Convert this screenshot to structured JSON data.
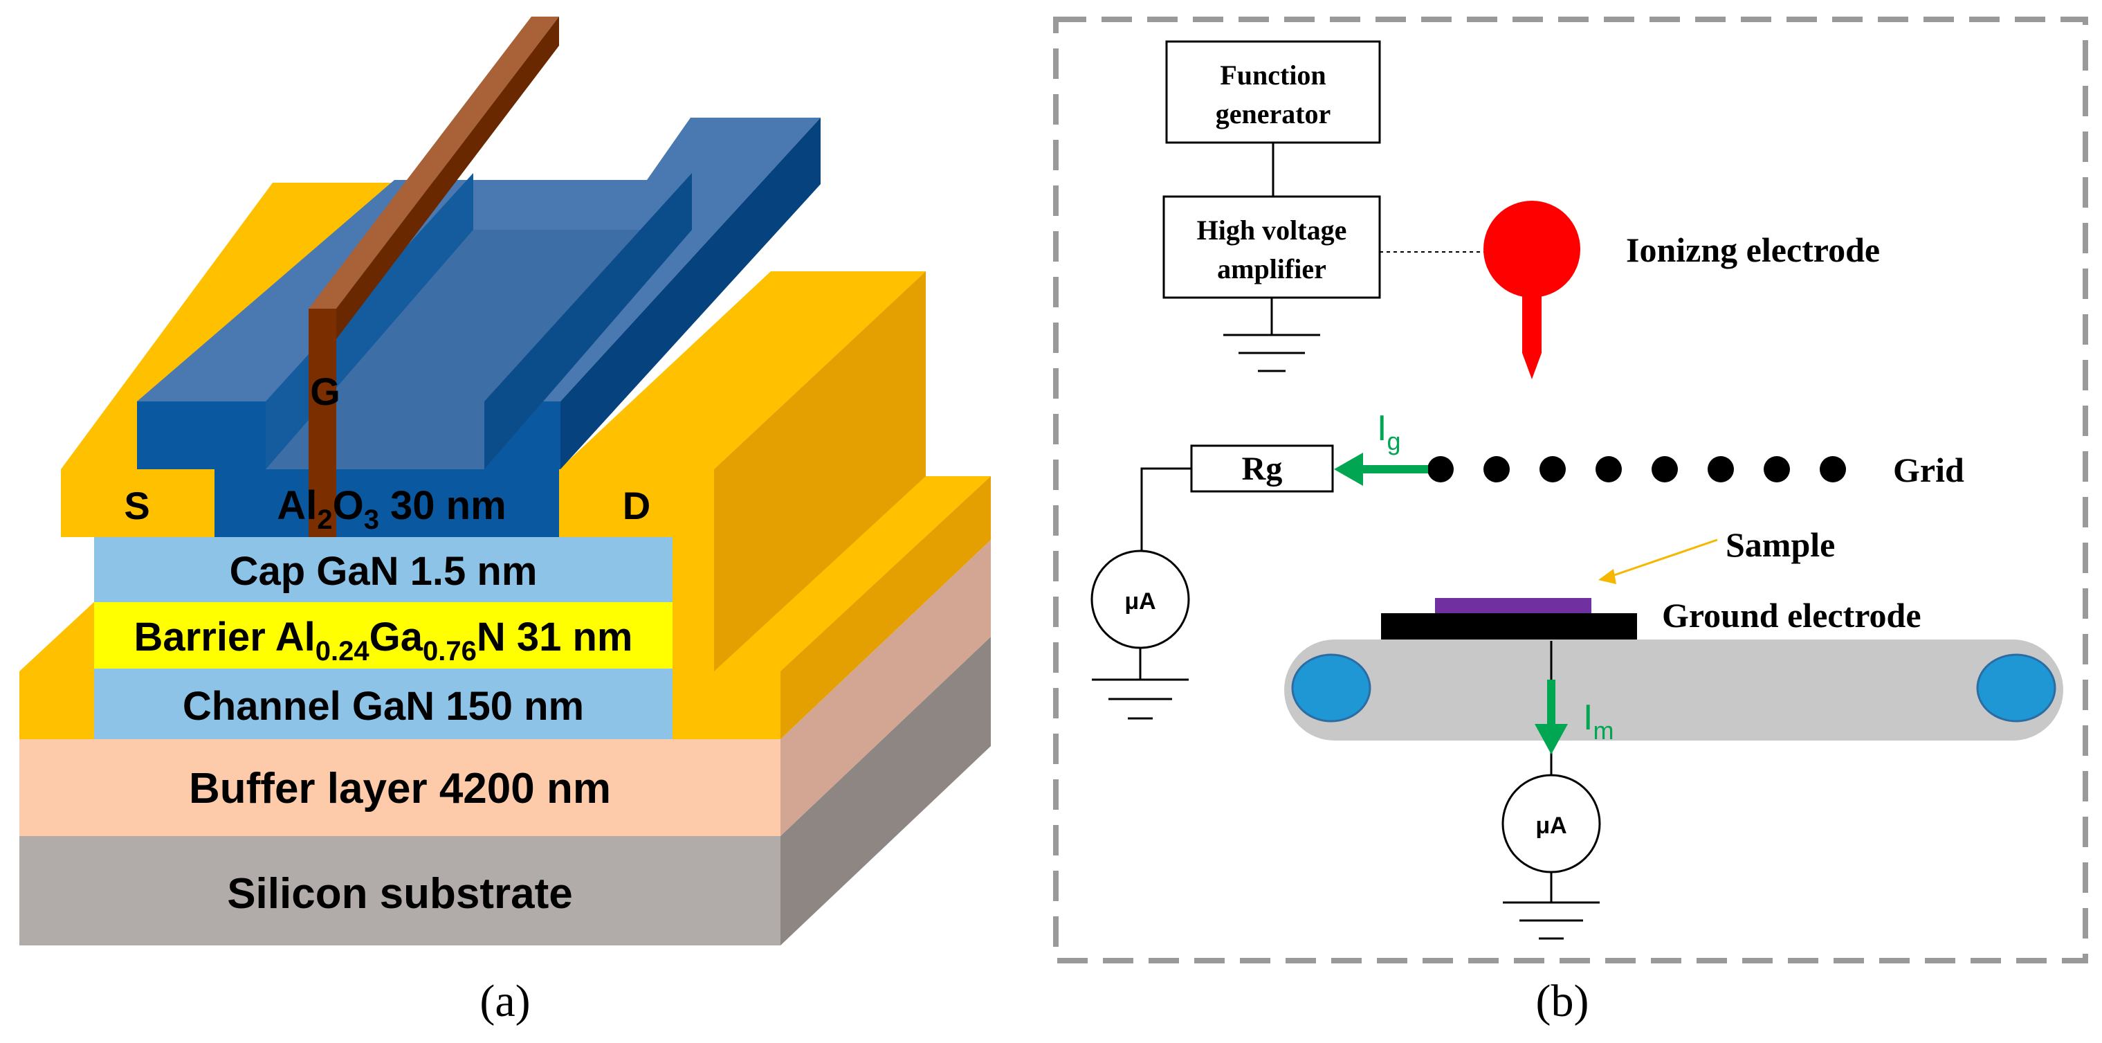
{
  "panel_a": {
    "caption": "(a)",
    "gate_label": "G",
    "source_label": "S",
    "drain_label": "D",
    "oxide": {
      "pre": "Al",
      "sub1": "2",
      "mid": "O",
      "sub2": "3",
      "post": " 30 nm"
    },
    "cap_label": "Cap GaN 1.5 nm",
    "barrier": {
      "pre": "Barrier Al",
      "sub1": "0.24",
      "mid": "Ga",
      "sub2": "0.76",
      "post": "N 31 nm"
    },
    "channel_label": "Channel GaN 150 nm",
    "buffer_label": "Buffer layer 4200 nm",
    "substrate_label": "Silicon substrate"
  },
  "panel_b": {
    "caption": "(b)",
    "function_generator": {
      "line1": "Function",
      "line2": "generator"
    },
    "amplifier": {
      "line1": "High voltage",
      "line2": "amplifier"
    },
    "ionizing_label": "Ionizng electrode",
    "resistor_label": "Rg",
    "grid_label": "Grid",
    "ig": {
      "main": "I",
      "sub": "g"
    },
    "im": {
      "main": "I",
      "sub": "m"
    },
    "meter_grid_label": "μA",
    "meter_sample_label": "μA",
    "sample_label": "Sample",
    "ground_electrode_label": "Ground electrode"
  },
  "colors": {
    "metal_gold": "#FFC000",
    "metal_gold_side": "#E3A000",
    "oxide_blue": "#4A78B0",
    "oxide_front": "#0A58A0",
    "gate_brown": "#7B2E00",
    "cap_blue": "#8EC3E8",
    "barrier_yellow": "#FFFF00",
    "buffer_peach": "#FDCAAA",
    "substrate_gray": "#B1ABA9",
    "ionizing_red": "#FF0000",
    "arrow_green": "#00A651",
    "sample_purple": "#7030A0",
    "conveyor_gray": "#C8C8C8",
    "roller_blue": "#1F97D4"
  }
}
